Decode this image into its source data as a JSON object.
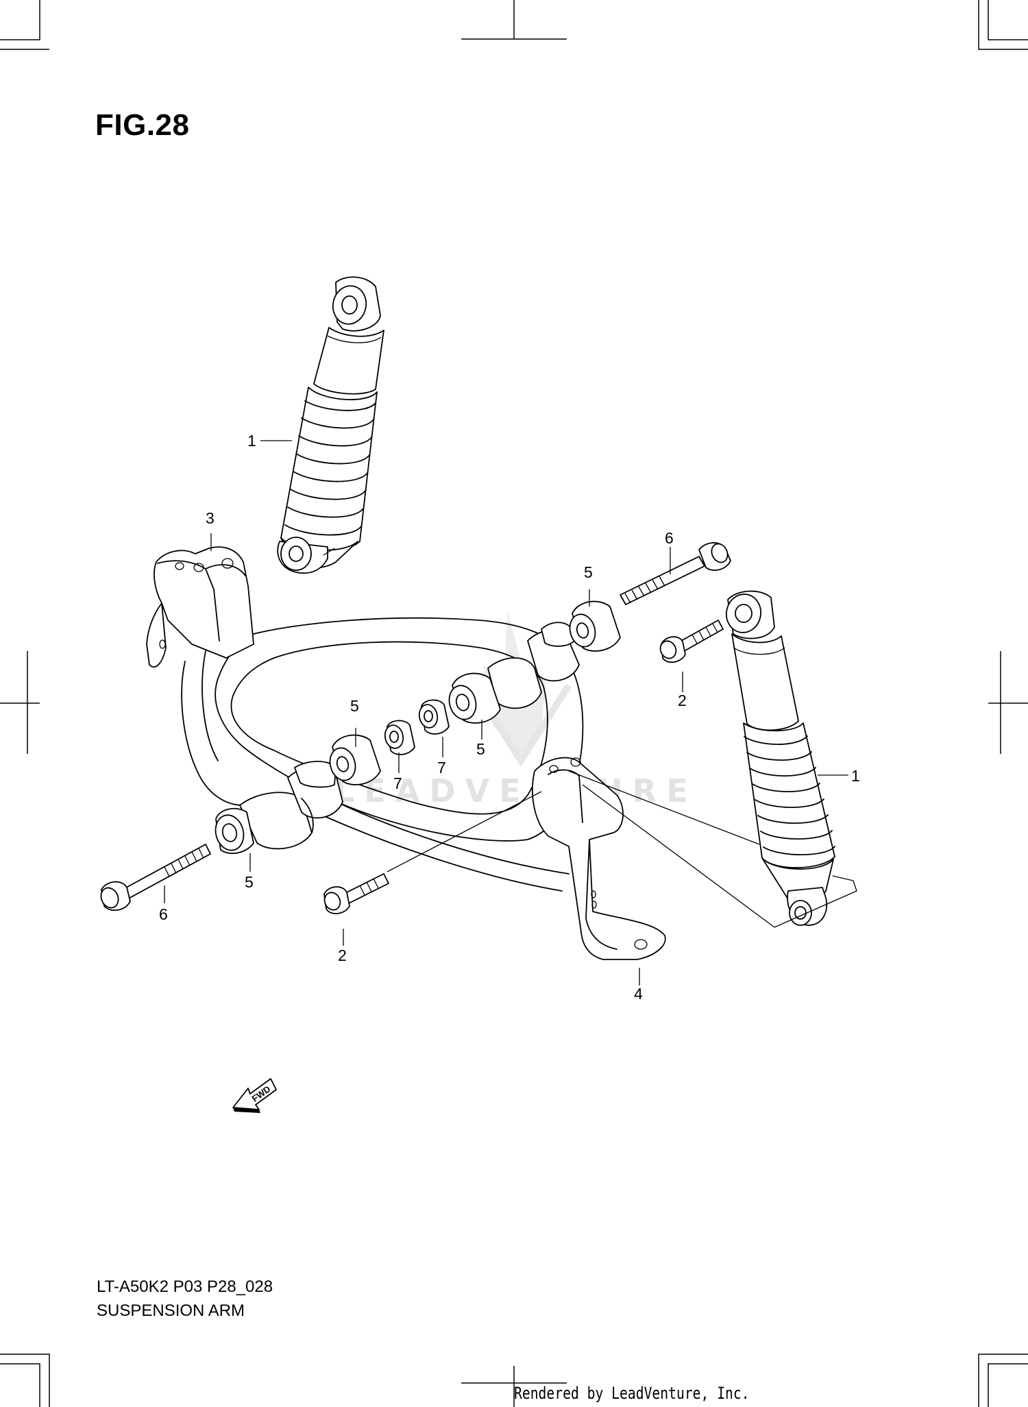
{
  "figure_title": "FIG.28",
  "drawing_code": "LT-A50K2 P03 P28_028",
  "drawing_caption": "SUSPENSION ARM",
  "footer_text": "Rendered by LeadVenture, Inc.",
  "watermark_text": "LEADVENTURE",
  "fwd_arrow_label": "FWD",
  "callouts": {
    "shock_left": "1",
    "shock_right": "1",
    "bolt_right": "2",
    "bolt_left": "2",
    "bracket_rear": "3",
    "bracket_front": "4",
    "bushing_a": "5",
    "bushing_b": "5",
    "bushing_c": "5",
    "bushing_d": "5",
    "bolt_long_right": "6",
    "bolt_long_left": "6",
    "collar_a": "7",
    "collar_b": "7"
  }
}
